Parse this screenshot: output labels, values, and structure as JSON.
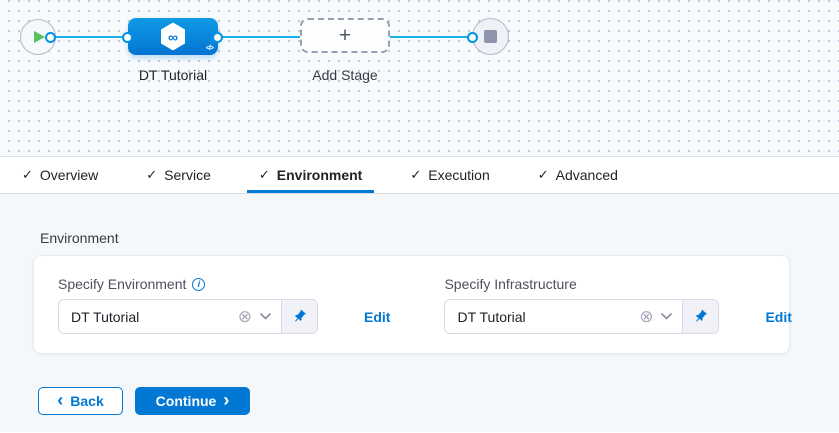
{
  "canvas": {
    "stage": {
      "label": "DT Tutorial"
    },
    "add_stage": {
      "label": "Add Stage"
    }
  },
  "icons": {
    "check": "✓",
    "clear": "⊗",
    "info": "i",
    "plus": "+",
    "infinity": "∞",
    "code": "</>",
    "chevron_left": "‹",
    "chevron_right": "›"
  },
  "tabs": [
    {
      "label": "Overview",
      "checked": true,
      "active": false
    },
    {
      "label": "Service",
      "checked": true,
      "active": false
    },
    {
      "label": "Environment",
      "checked": true,
      "active": true
    },
    {
      "label": "Execution",
      "checked": true,
      "active": false
    },
    {
      "label": "Advanced",
      "checked": true,
      "active": false
    }
  ],
  "section": {
    "title": "Environment",
    "fields": [
      {
        "label": "Specify Environment",
        "has_info": true,
        "value": "DT Tutorial",
        "edit": "Edit"
      },
      {
        "label": "Specify Infrastructure",
        "has_info": false,
        "value": "DT Tutorial",
        "edit": "Edit"
      }
    ]
  },
  "footer": {
    "back": "Back",
    "continue": "Continue"
  },
  "colors": {
    "primary": "#0278d5",
    "edge": "#1ab1e8",
    "node_gradient_top": "#0f9ae6",
    "node_gradient_bottom": "#0374d2",
    "play_green": "#57c05b",
    "stop_gray": "#8f93ab",
    "content_bg": "#f4f8fb"
  }
}
